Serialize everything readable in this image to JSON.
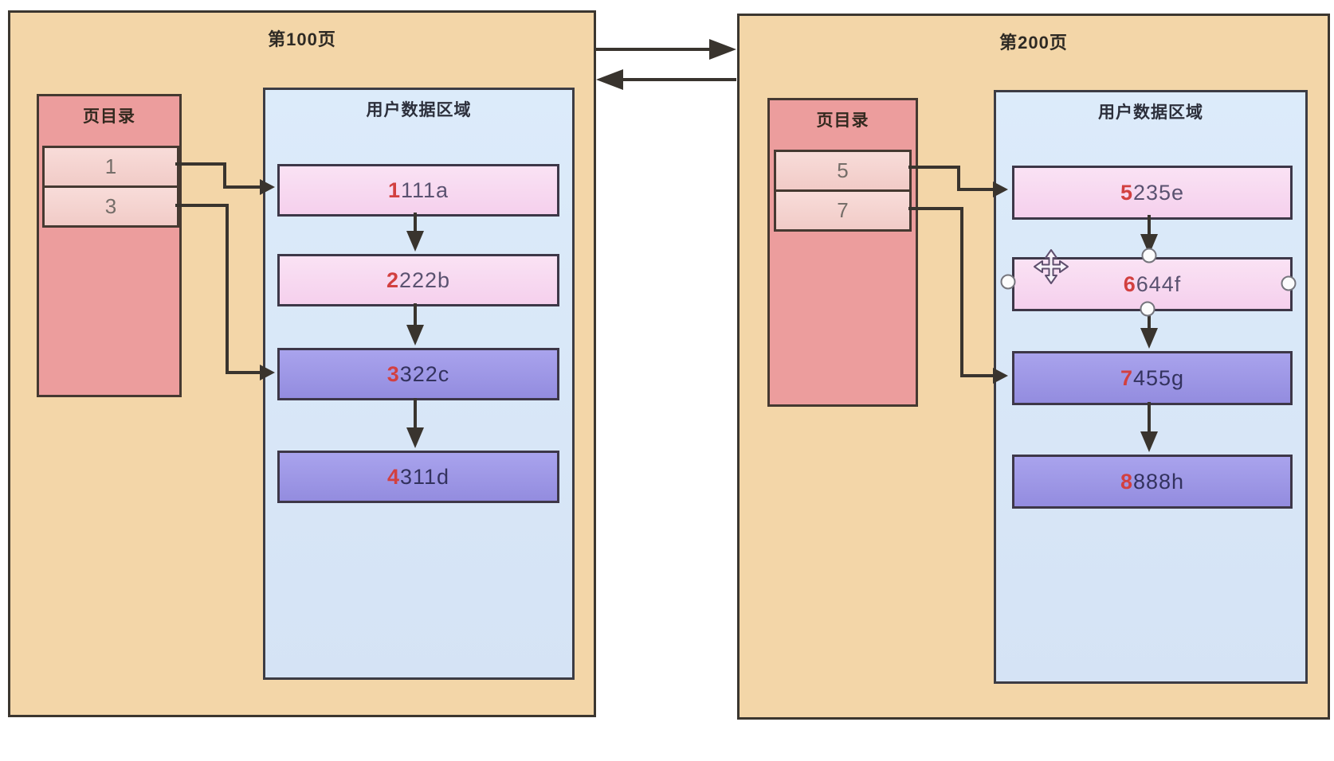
{
  "pages": [
    {
      "title": "第100页",
      "directory": {
        "label": "页目录",
        "entries": [
          "1",
          "3"
        ]
      },
      "data_area": {
        "label": "用户数据区域",
        "records": [
          {
            "key": "1",
            "rest": "111a",
            "type": "pink"
          },
          {
            "key": "2",
            "rest": "222b",
            "type": "pink"
          },
          {
            "key": "3",
            "rest": "322c",
            "type": "purple"
          },
          {
            "key": "4",
            "rest": "311d",
            "type": "purple"
          }
        ]
      }
    },
    {
      "title": "第200页",
      "directory": {
        "label": "页目录",
        "entries": [
          "5",
          "7"
        ]
      },
      "data_area": {
        "label": "用户数据区域",
        "records": [
          {
            "key": "5",
            "rest": "235e",
            "type": "pink"
          },
          {
            "key": "6",
            "rest": "644f",
            "type": "pink",
            "selected": true
          },
          {
            "key": "7",
            "rest": "455g",
            "type": "purple"
          },
          {
            "key": "8",
            "rest": "888h",
            "type": "purple"
          }
        ]
      }
    }
  ],
  "icons": {
    "move_cursor": "move-cursor-icon",
    "selection_handle": "selection-handle",
    "arrow_right": "arrow-right-icon",
    "arrow_left": "arrow-left-icon",
    "arrow_down": "arrow-down-icon"
  },
  "colors": {
    "page_bg": "#f3d6a8",
    "directory_bg": "#ec9d9d",
    "entry_bg": "#f1cbc7",
    "data_area_bg": "#d5e3f5",
    "record_pink": "#f5d0ed",
    "record_purple": "#938cdf",
    "key_digit_red": "#d24040",
    "arrow": "#39342e",
    "border": "#3b362f"
  }
}
